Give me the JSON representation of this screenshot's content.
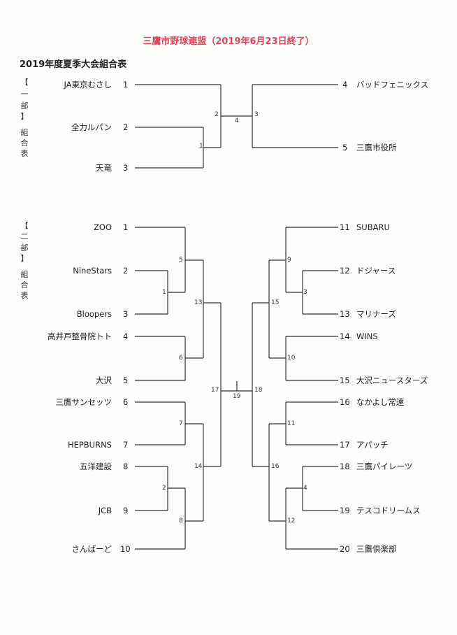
{
  "title": "三鷹市野球連盟（2019年6月23日終了）",
  "subtitle": "2019年度夏季大会組合表",
  "div1": {
    "label_chars": [
      "【",
      "一",
      "部",
      "】",
      "",
      "組",
      "合",
      "表"
    ],
    "left": [
      {
        "seed": "1",
        "name": "JA東京むさし"
      },
      {
        "seed": "2",
        "name": "全力ルパン"
      },
      {
        "seed": "3",
        "name": "天竜"
      }
    ],
    "right": [
      {
        "seed": "4",
        "name": "バッドフェニックス"
      },
      {
        "seed": "5",
        "name": "三鷹市役所"
      }
    ],
    "match_labels": [
      "1",
      "2",
      "3",
      "4"
    ]
  },
  "div2": {
    "label_chars": [
      "【",
      "二",
      "部",
      "】",
      "",
      "組",
      "合",
      "表"
    ],
    "left": [
      {
        "seed": "1",
        "name": "ZOO"
      },
      {
        "seed": "2",
        "name": "NineStars"
      },
      {
        "seed": "3",
        "name": "Bloopers"
      },
      {
        "seed": "4",
        "name": "高井戸整骨院トト"
      },
      {
        "seed": "5",
        "name": "大沢"
      },
      {
        "seed": "6",
        "name": "三鷹サンセッツ"
      },
      {
        "seed": "7",
        "name": "HEPBURNS"
      },
      {
        "seed": "8",
        "name": "五洋建設"
      },
      {
        "seed": "9",
        "name": "JCB"
      },
      {
        "seed": "10",
        "name": "さんぱーど"
      }
    ],
    "right": [
      {
        "seed": "11",
        "name": "SUBARU"
      },
      {
        "seed": "12",
        "name": "ドジャース"
      },
      {
        "seed": "13",
        "name": "マリナーズ"
      },
      {
        "seed": "14",
        "name": "WINS"
      },
      {
        "seed": "15",
        "name": "大沢ニュースターズ"
      },
      {
        "seed": "16",
        "name": "なかよし常連"
      },
      {
        "seed": "17",
        "name": "アパッチ"
      },
      {
        "seed": "18",
        "name": "三鷹パイレーツ"
      },
      {
        "seed": "19",
        "name": "テスコドリームス"
      },
      {
        "seed": "20",
        "name": "三鷹倶楽部"
      }
    ],
    "match_labels": [
      "1",
      "5",
      "13",
      "6",
      "2",
      "8",
      "7",
      "14",
      "17",
      "19",
      "18",
      "3",
      "9",
      "15",
      "10",
      "4",
      "12",
      "11",
      "16"
    ]
  }
}
